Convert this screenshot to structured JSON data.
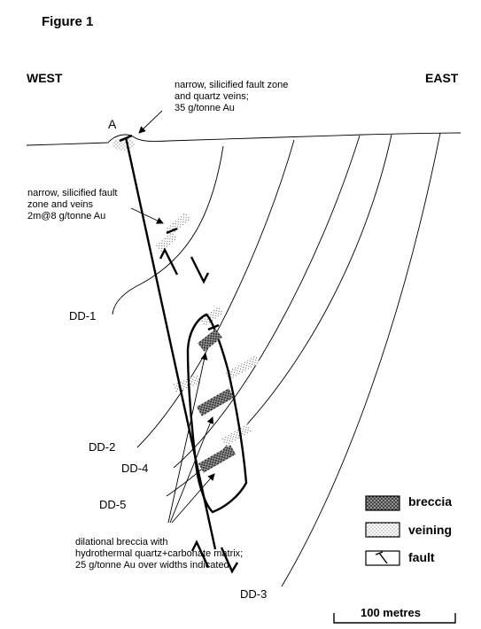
{
  "figure_title": "Figure 1",
  "directions": {
    "west": "WEST",
    "east": "EAST"
  },
  "point_label": "A",
  "annotations": {
    "surface": [
      "narrow, silicified fault zone",
      "and quartz veins;",
      "35 g/tonne Au"
    ],
    "upper_zone": [
      "narrow, silicified fault",
      "zone and veins",
      "2m@8 g/tonne Au"
    ],
    "breccia": [
      "dilational breccia with",
      "hydrothermal quartz+carbonate matrix;",
      "25 g/tonne Au over widths indicated"
    ]
  },
  "drillholes": [
    "DD-1",
    "DD-2",
    "DD-4",
    "DD-5",
    "DD-3"
  ],
  "legend": [
    {
      "pattern": "breccia",
      "label": "breccia"
    },
    {
      "pattern": "veining",
      "label": "veining"
    },
    {
      "pattern": "fault",
      "label": "fault"
    }
  ],
  "scale_bar": "100 metres"
}
